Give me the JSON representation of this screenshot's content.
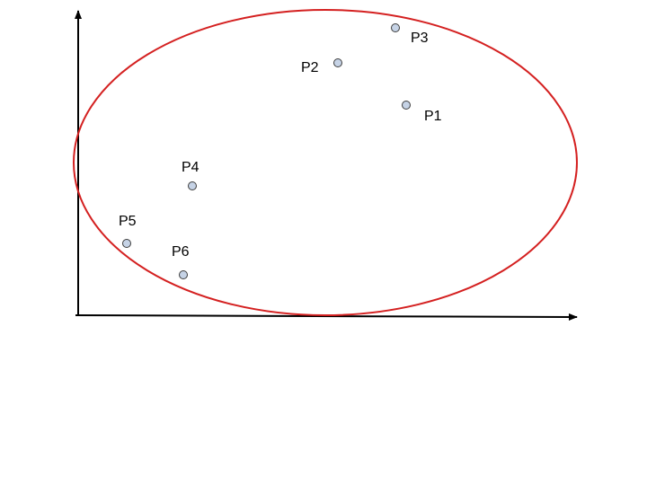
{
  "colors": {
    "background": "#ffffff",
    "axis": "#000000",
    "ellipse": "#d42020",
    "point_fill": "#c6d3e6",
    "point_stroke": "#3c3c3c"
  },
  "points": [
    {
      "id": "p1",
      "label": "P1"
    },
    {
      "id": "p2",
      "label": "P2"
    },
    {
      "id": "p3",
      "label": "P3"
    },
    {
      "id": "p4",
      "label": "P4"
    },
    {
      "id": "p5",
      "label": "P5"
    },
    {
      "id": "p6",
      "label": "P6"
    }
  ]
}
